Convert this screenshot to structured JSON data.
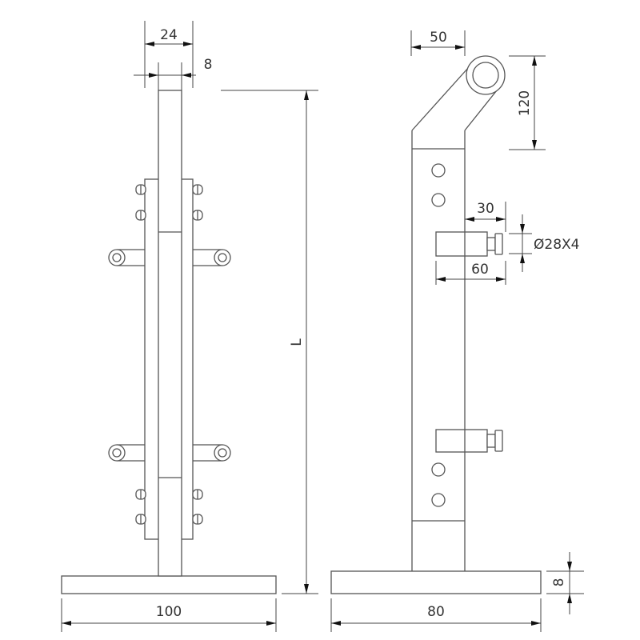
{
  "drawing": {
    "type": "technical-drawing",
    "subject": "glass railing post with clamps",
    "line_color": "#555555",
    "background": "#ffffff"
  },
  "front_view": {
    "dims": {
      "top_width": "24",
      "glass_thickness": "8",
      "base_width": "100",
      "height": "L"
    }
  },
  "side_view": {
    "dims": {
      "head_offset": "50",
      "head_height": "120",
      "clamp_projection": "30",
      "clamp_length": "60",
      "clamp_spec": "Ø28X4",
      "base_width": "80",
      "base_thickness": "8"
    }
  }
}
